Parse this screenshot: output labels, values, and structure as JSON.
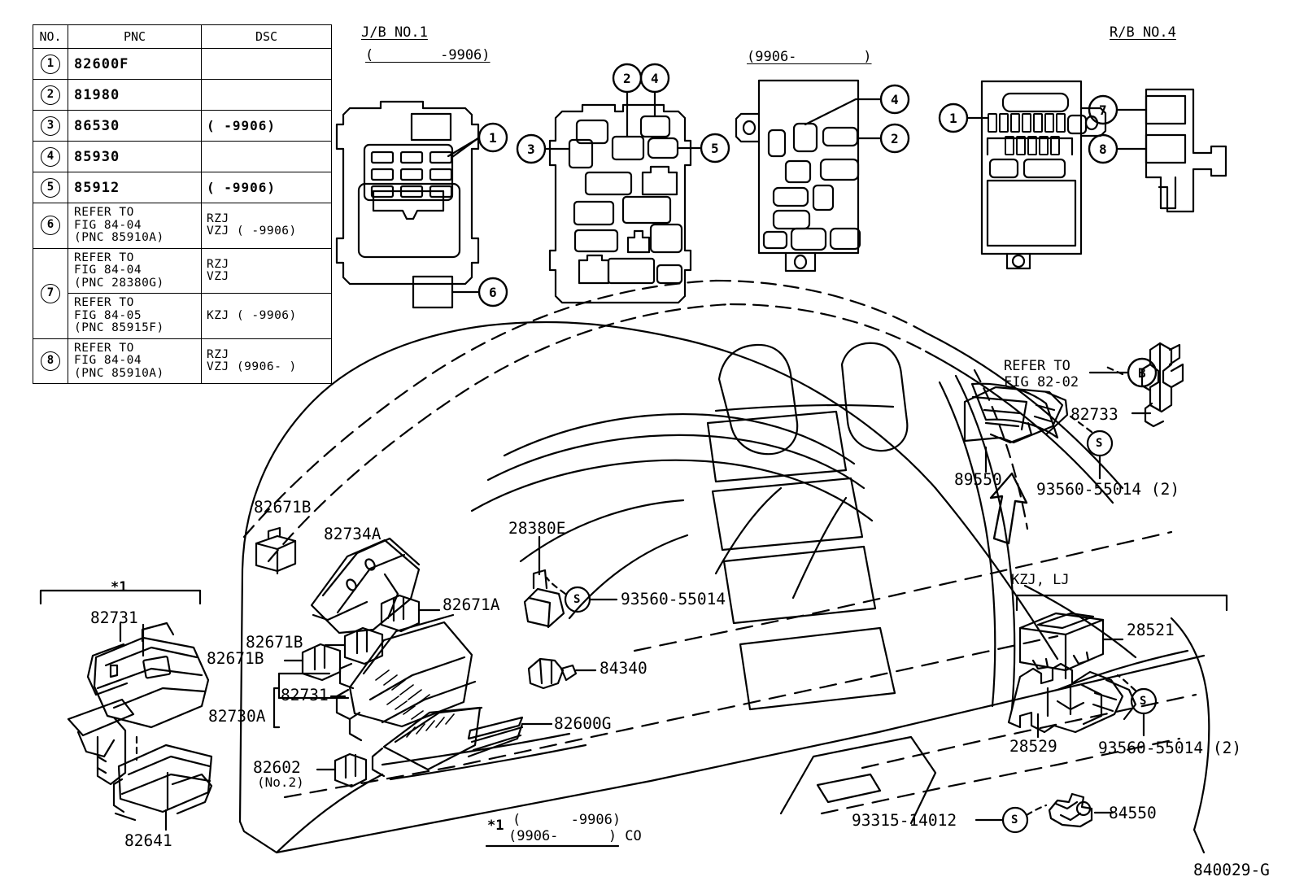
{
  "figure": {
    "number": "840029-G",
    "footnote_star": "*1",
    "footnote_line1": "(      -9906)",
    "footnote_line2": "(9906-      ) CO"
  },
  "parts_table": {
    "headers": [
      "NO.",
      "PNC",
      "DSC"
    ],
    "rows": [
      {
        "no": "1",
        "pnc": "82600F",
        "dsc": "",
        "type": "simple"
      },
      {
        "no": "2",
        "pnc": "81980",
        "dsc": "",
        "type": "simple"
      },
      {
        "no": "3",
        "pnc": "86530",
        "dsc": "(        -9906)",
        "type": "simple"
      },
      {
        "no": "4",
        "pnc": "85930",
        "dsc": "",
        "type": "simple"
      },
      {
        "no": "5",
        "pnc": "85912",
        "dsc": "(        -9906)",
        "type": "simple"
      },
      {
        "no": "6",
        "pnc": "REFER TO\nFIG 84-04\n (PNC 85910A)",
        "dsc": "RZJ\nVZJ (       -9906)",
        "type": "refer"
      },
      {
        "no": "7",
        "pnc": "REFER TO\nFIG 84-04\n (PNC 28380G)",
        "dsc": "RZJ\nVZJ",
        "type": "refer"
      },
      {
        "no": "7b",
        "pnc": "REFER TO\nFIG 84-05\n (PNC 85915F)",
        "dsc": "KZJ (       -9906)",
        "type": "refer"
      },
      {
        "no": "8",
        "pnc": "REFER TO\nFIG 84-04\n (PNC 85910A)",
        "dsc": "RZJ\nVZJ (9906-       )",
        "type": "refer"
      }
    ]
  },
  "sections": {
    "jb_no1_title": "J/B NO.1",
    "jb_no1_sub": "(        -9906)",
    "jb_9906_title": "(9906-        )",
    "rb_no4_title": "R/B NO.4"
  },
  "callouts": {
    "jb1_fuse": "1",
    "jb1_relay": "6",
    "jb2_left": "3",
    "jb2_top_a": "2",
    "jb2_top_b": "4",
    "jb2_right": "5",
    "jb3_top": "4",
    "jb3_mid": "2",
    "rb4_block": "1",
    "rb4_upper": "7",
    "rb4_lower": "8",
    "fig8202": "B",
    "bolt_s1": "S",
    "bolt_s2": "S",
    "bolt_s3": "S",
    "bolt_s4": "S"
  },
  "part_labels": {
    "p82671B_top": "82671B",
    "p82734A": "82734A",
    "p28380E": "28380E",
    "p93560_center": "93560-55014",
    "p82671A": "82671A",
    "p82671B_mid": "82671B",
    "p82671B_low": "82671B",
    "p84340": "84340",
    "p82731_mid": "82731",
    "p82730A": "82730A",
    "p82600G": "82600G",
    "p82602": "82602",
    "p82602_sub": "(No.2)",
    "p82731_inset": "82731",
    "p82641": "82641",
    "inset_star": "*1",
    "p89550": "89550",
    "p82733": "82733",
    "refer_fig8202_l1": "REFER TO",
    "refer_fig8202_l2": "FIG 82-02",
    "p93560_right": "93560-55014 (2)",
    "group_kzj": "KZJ, LJ",
    "p28521": "28521",
    "p28529": "28529",
    "p93560_kzj": "93560-55014 (2)",
    "p93315": "93315-14012",
    "p84550": "84550"
  }
}
